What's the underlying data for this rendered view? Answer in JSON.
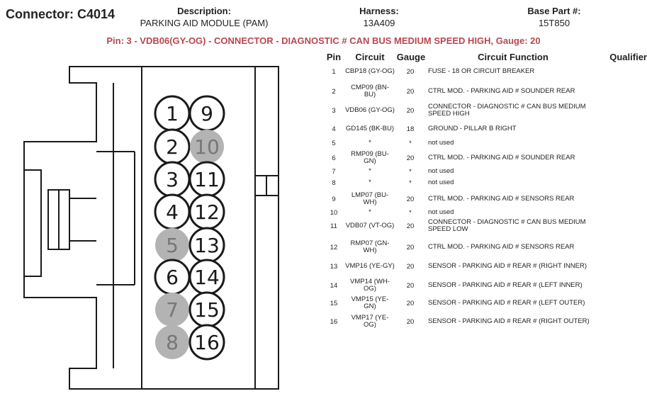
{
  "header": {
    "connector_label": "Connector: C4014",
    "description_label": "Description:",
    "description_value": "PARKING AID MODULE (PAM)",
    "harness_label": "Harness:",
    "harness_value": "13A409",
    "base_part_label": "Base Part #:",
    "base_part_value": "15T850"
  },
  "selected_pin": "Pin: 3 - VDB06(GY-OG) - CONNECTOR - DIAGNOSTIC # CAN BUS MEDIUM SPEED HIGH, Gauge: 20",
  "colors": {
    "accent": "#b8474f",
    "empty_pin": "#b3b3b3",
    "line": "#1a1a1a"
  },
  "table": {
    "headers": {
      "pin": "Pin",
      "circuit": "Circuit",
      "gauge": "Gauge",
      "function": "Circuit Function",
      "qualifier": "Qualifier"
    },
    "rows": [
      {
        "pin": "1",
        "circuit": "CBP18 (GY-OG)",
        "gauge": "20",
        "function": "FUSE - 18 OR CIRCUIT BREAKER"
      },
      {
        "pin": "2",
        "circuit": "CMP09 (BN-BU)",
        "gauge": "20",
        "function": "CTRL MOD. - PARKING AID # SOUNDER REAR"
      },
      {
        "pin": "3",
        "circuit": "VDB06 (GY-OG)",
        "gauge": "20",
        "function": "CONNECTOR - DIAGNOSTIC # CAN BUS MEDIUM SPEED HIGH"
      },
      {
        "pin": "4",
        "circuit": "GD145 (BK-BU)",
        "gauge": "18",
        "function": "GROUND - PILLAR B RIGHT"
      },
      {
        "pin": "5",
        "circuit": "*",
        "gauge": "*",
        "function": "not used"
      },
      {
        "pin": "6",
        "circuit": "RMP09 (BU-GN)",
        "gauge": "20",
        "function": "CTRL MOD. - PARKING AID # SOUNDER REAR"
      },
      {
        "pin": "7",
        "circuit": "*",
        "gauge": "*",
        "function": "not used"
      },
      {
        "pin": "8",
        "circuit": "*",
        "gauge": "*",
        "function": "not used"
      },
      {
        "pin": "9",
        "circuit": "LMP07 (BU-WH)",
        "gauge": "20",
        "function": "CTRL MOD. - PARKING AID # SENSORS REAR"
      },
      {
        "pin": "10",
        "circuit": "*",
        "gauge": "*",
        "function": "not used"
      },
      {
        "pin": "11",
        "circuit": "VDB07 (VT-OG)",
        "gauge": "20",
        "function": "CONNECTOR - DIAGNOSTIC # CAN BUS MEDIUM SPEED LOW"
      },
      {
        "pin": "12",
        "circuit": "RMP07 (GN-WH)",
        "gauge": "20",
        "function": "CTRL MOD. - PARKING AID # SENSORS REAR"
      },
      {
        "pin": "13",
        "circuit": "VMP16 (YE-GY)",
        "gauge": "20",
        "function": "SENSOR - PARKING AID # REAR # (RIGHT INNER)"
      },
      {
        "pin": "14",
        "circuit": "VMP14 (WH-OG)",
        "gauge": "20",
        "function": "SENSOR - PARKING AID # REAR # (LEFT INNER)"
      },
      {
        "pin": "15",
        "circuit": "VMP15 (YE-GN)",
        "gauge": "20",
        "function": "SENSOR - PARKING AID # REAR # (LEFT OUTER)"
      },
      {
        "pin": "16",
        "circuit": "VMP17 (YE-OG)",
        "gauge": "20",
        "function": "SENSOR - PARKING AID # REAR # (RIGHT OUTER)"
      }
    ]
  },
  "diagram": {
    "left_column": [
      {
        "label": "1",
        "used": true
      },
      {
        "label": "2",
        "used": true
      },
      {
        "label": "3",
        "used": true
      },
      {
        "label": "4",
        "used": true
      },
      {
        "label": "5",
        "used": false
      },
      {
        "label": "6",
        "used": true
      },
      {
        "label": "7",
        "used": false
      },
      {
        "label": "8",
        "used": false
      }
    ],
    "right_column": [
      {
        "label": "9",
        "used": true
      },
      {
        "label": "10",
        "used": false
      },
      {
        "label": "11",
        "used": true
      },
      {
        "label": "12",
        "used": true
      },
      {
        "label": "13",
        "used": true
      },
      {
        "label": "14",
        "used": true
      },
      {
        "label": "15",
        "used": true
      },
      {
        "label": "16",
        "used": true
      }
    ]
  }
}
